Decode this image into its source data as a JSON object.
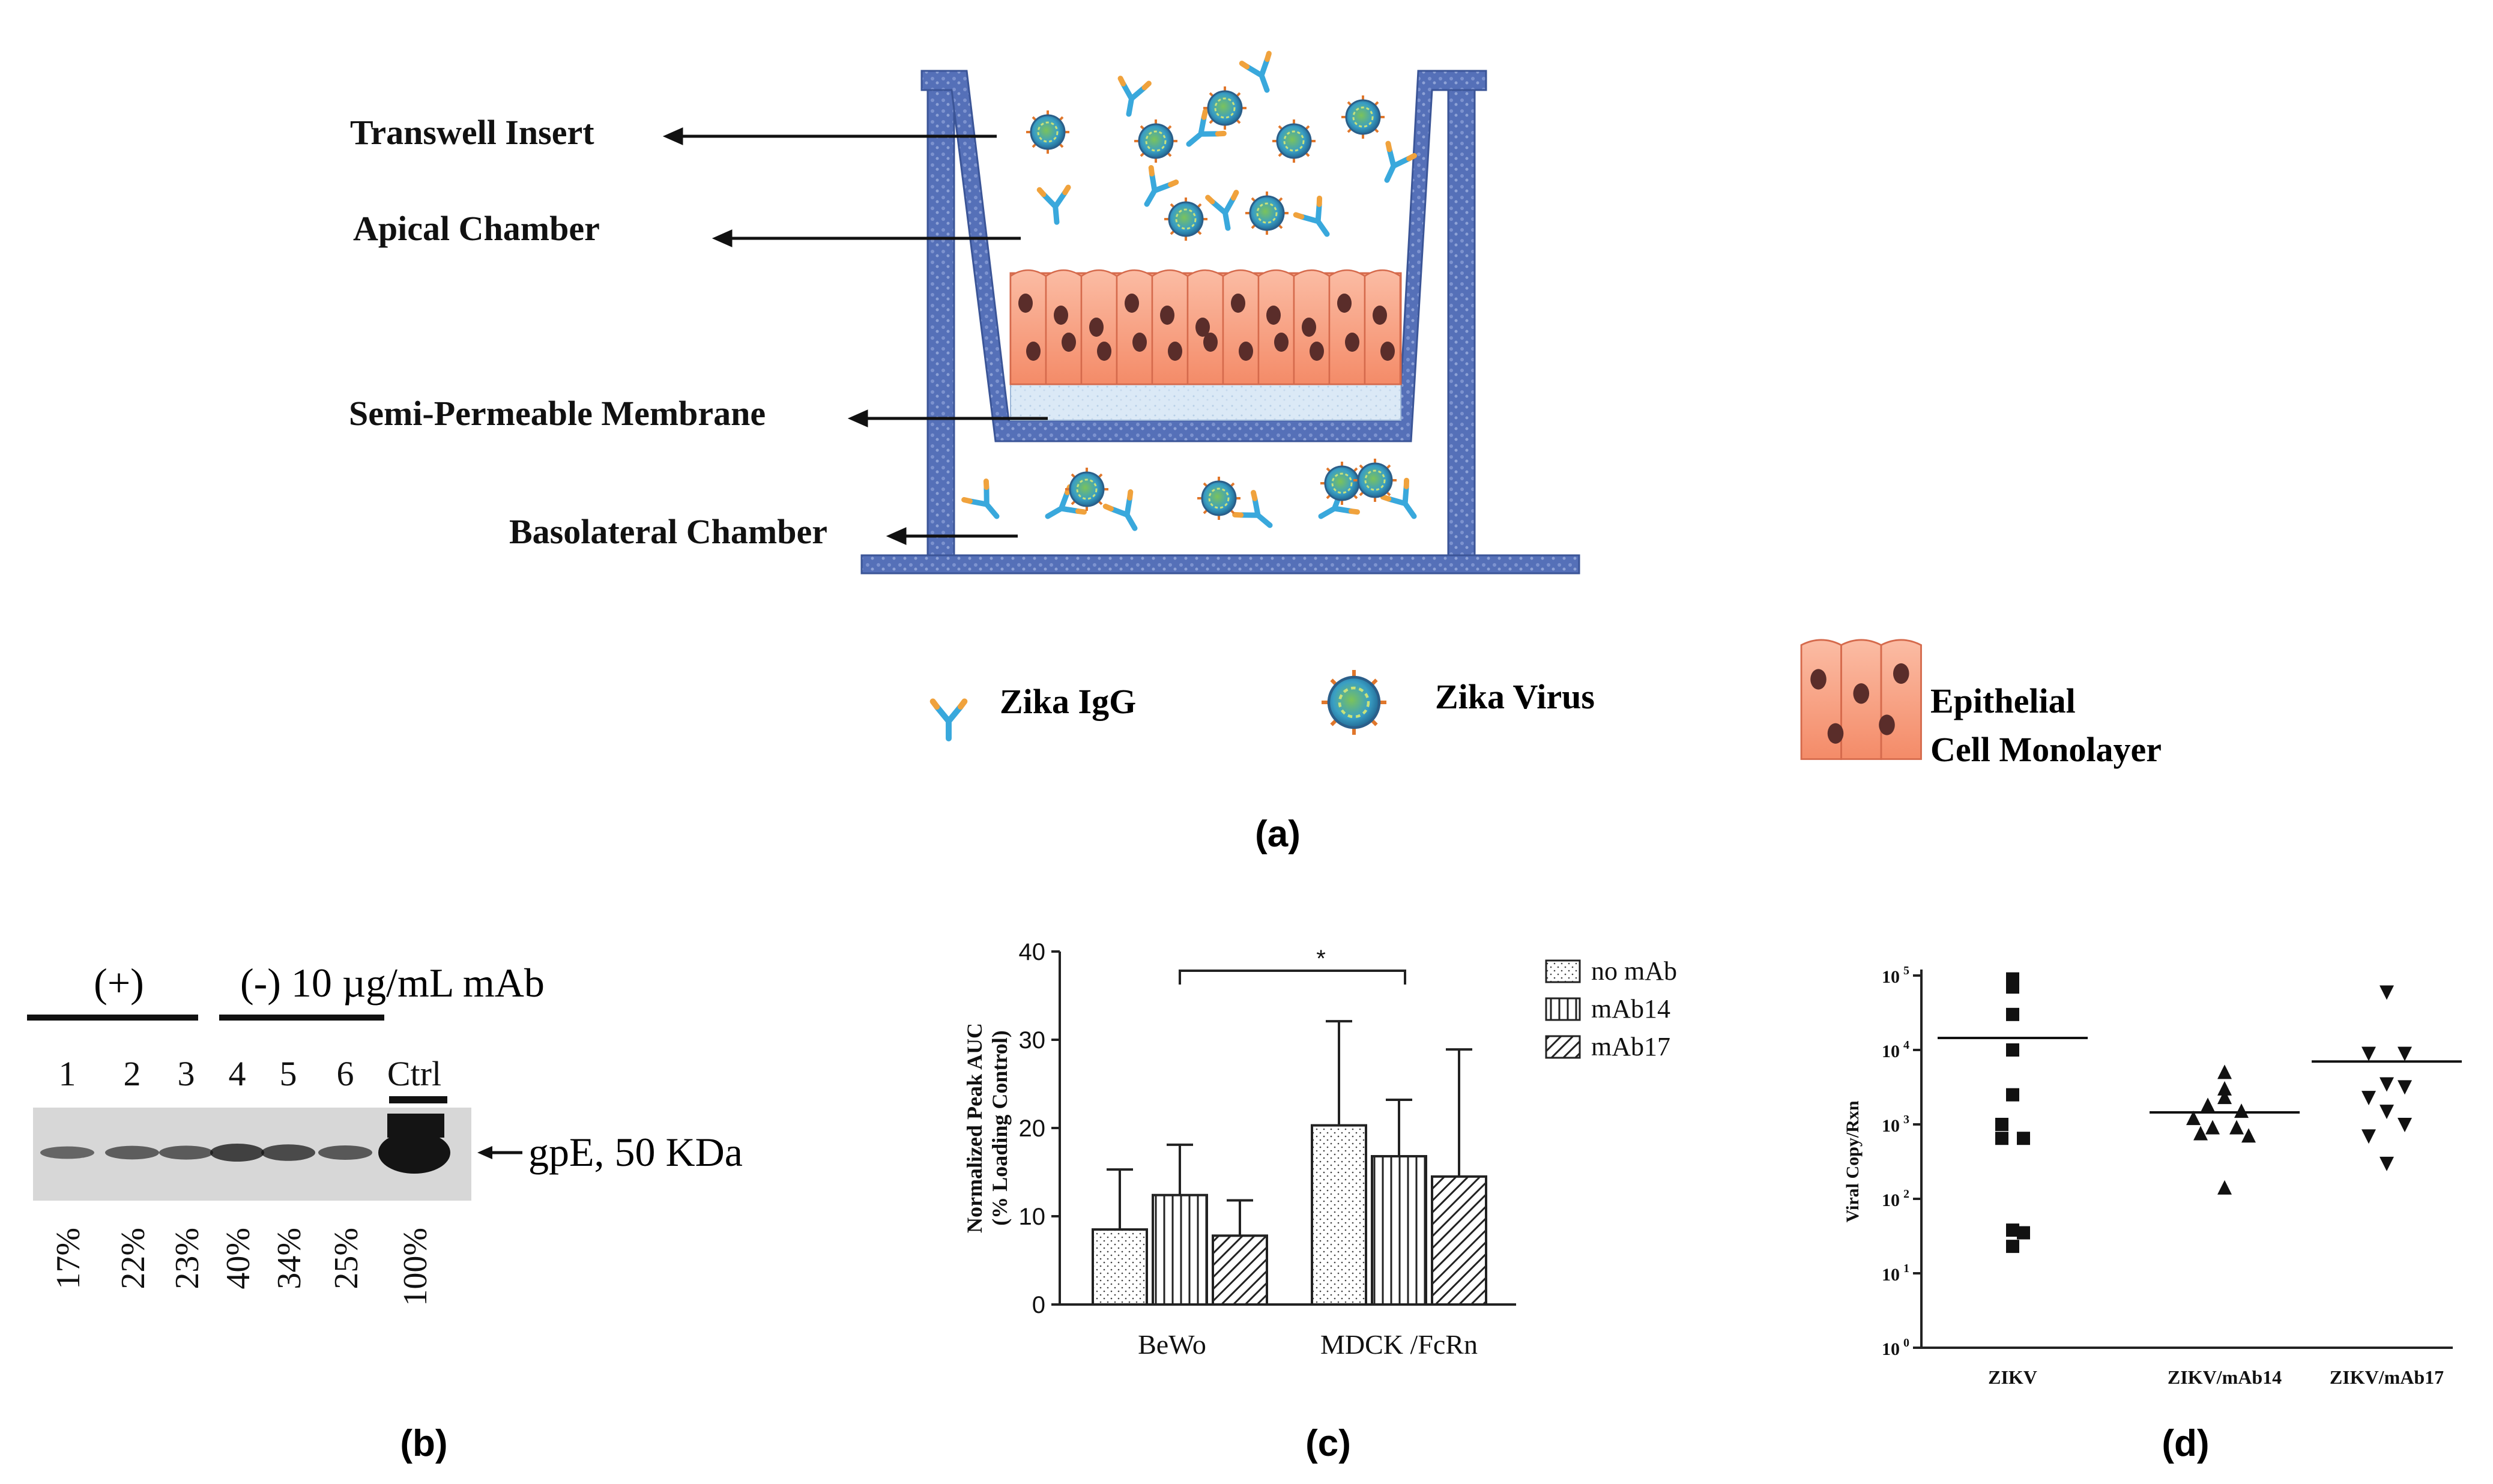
{
  "panel_a": {
    "labels": {
      "transwell": "Transwell Insert",
      "apical": "Apical Chamber",
      "membrane": "Semi-Permeable Membrane",
      "basolateral": "Basolateral Chamber"
    },
    "legend": {
      "igg": "Zika IgG",
      "virus": "Zika Virus",
      "cell_line1": "Epithelial",
      "cell_line2": "Cell Monolayer"
    },
    "caption": "(a)",
    "colors": {
      "wall": "#5570b8",
      "antibody": "#39a8dc",
      "antibody_tip": "#f0a23c",
      "cell": "#f7a385",
      "nucleus": "#5a2d2a",
      "virus": "#3aa0c8"
    }
  },
  "panel_b": {
    "group_pos": "(+)",
    "group_neg": "(-) 10 µg/mL mAb",
    "lanes": [
      "1",
      "2",
      "3",
      "4",
      "5",
      "6",
      "Ctrl"
    ],
    "band_label": "gpE, 50 KDa",
    "percents": [
      "17%",
      "22%",
      "23%",
      "40%",
      "34%",
      "25%",
      "100%"
    ],
    "caption": "(b)"
  },
  "panel_c": {
    "caption": "(c)",
    "significance": "*",
    "ytick_labels": [
      "0",
      "10",
      "20",
      "30",
      "40"
    ]
  },
  "panel_d": {
    "caption": "(d)",
    "ylabel": "Viral Copy/Rxn",
    "ytick_labels": [
      "10",
      "10",
      "10",
      "10",
      "10",
      "10"
    ],
    "ytick_exps": [
      "0",
      "1",
      "2",
      "3",
      "4",
      "5"
    ]
  },
  "chart_data": [
    {
      "type": "bar",
      "ylabel": "Normalized Peak AUC (% Loading Control)",
      "ylim": [
        0,
        40
      ],
      "categories": [
        "BeWo",
        "MDCK /FcRn"
      ],
      "series": [
        {
          "name": "no mAb",
          "values": [
            8.5,
            20.3
          ],
          "errors": [
            6.8,
            11.8
          ]
        },
        {
          "name": "mAb14",
          "values": [
            12.4,
            16.8
          ],
          "errors": [
            5.7,
            6.4
          ]
        },
        {
          "name": "mAb17",
          "values": [
            7.8,
            14.5
          ],
          "errors": [
            4.0,
            14.4
          ]
        }
      ],
      "legend_position": "right",
      "grid": false
    },
    {
      "type": "scatter",
      "ylabel": "Viral Copy/Rxn",
      "yscale": "log",
      "ylim": [
        1,
        100000
      ],
      "categories": [
        "ZIKV",
        "ZIKV/mAb14",
        "ZIKV/mAb17"
      ],
      "series": [
        {
          "marker": "square",
          "values": [
            90000,
            70000,
            30000,
            10000,
            2500,
            1000,
            650,
            650,
            38,
            35,
            23
          ],
          "mean": 14500
        },
        {
          "marker": "triangle-up",
          "values": [
            5000,
            3000,
            2300,
            1800,
            1500,
            1200,
            900,
            900,
            750,
            700,
            140
          ],
          "mean": 1450
        },
        {
          "marker": "triangle-down",
          "values": [
            60000,
            9000,
            9000,
            3500,
            3200,
            2300,
            1500,
            1000,
            700,
            300
          ],
          "mean": 7000
        }
      ],
      "grid": false
    }
  ]
}
